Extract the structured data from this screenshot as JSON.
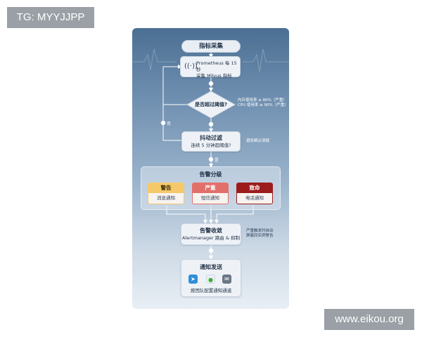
{
  "watermarks": {
    "left": "TG: MYYJJPP",
    "right": "www.eikou.org"
  },
  "colors": {
    "card_top": "#4b6f93",
    "card_bottom": "#e8eef4",
    "box": "#eef2f7",
    "warn": "#f5c96a",
    "severe": "#e2706a",
    "critical": "#9c1b1b"
  },
  "flow": {
    "collect_label": "指标采集",
    "prometheus": {
      "icon": "wireless-icon",
      "line1": "Prometheus 每 15 秒",
      "line2": "采集 Milvus 指标"
    },
    "threshold": {
      "question": "是否超过阈值?",
      "note1": "内存使用率 ≥ 80%（严重）",
      "note2": "CPU 使用率 ≥ 90%（严重）"
    },
    "no_label": "否",
    "debounce": {
      "title": "抖动过滤",
      "subtitle": "连续 5 分钟超阈值?",
      "note": "避免瞬尖误报"
    },
    "yes_label": "是",
    "grading": {
      "title": "告警分级",
      "levels": [
        {
          "name": "警告",
          "channel": "消息通知",
          "color": "#f5c96a"
        },
        {
          "name": "严重",
          "channel": "短信通知",
          "color": "#e2706a"
        },
        {
          "name": "致命",
          "channel": "电话通知",
          "color": "#9c1b1b"
        }
      ]
    },
    "converge": {
      "title": "告警收敛",
      "subtitle": "Alertmanager 路由 & 抑制",
      "note1": "严重触发时自动",
      "note2": "屏蔽同实例警告"
    },
    "notify": {
      "title": "通知发送",
      "icons": [
        "send-icon",
        "wechat-icon",
        "mail-icon"
      ],
      "subtitle": "按团队配置通知通道"
    }
  }
}
